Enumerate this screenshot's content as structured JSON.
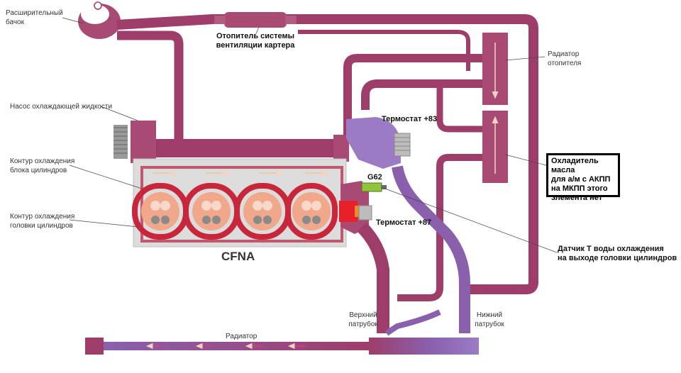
{
  "engine_code": "CFNA",
  "labels": {
    "expansion_tank": [
      "Расширительный",
      "бачок"
    ],
    "crankcase_heater": [
      "Отопитель системы",
      "вентиляции картера"
    ],
    "heater_radiator": [
      "Радиатор",
      "отопителя"
    ],
    "coolant_pump": "Насос охлаждающей жидкости",
    "block_circuit": [
      "Контур охлаждения",
      "блока цилиндров"
    ],
    "head_circuit": [
      "Контур охлаждения",
      "головки цилиндров"
    ],
    "thermostat_83": "Термостат +83",
    "thermostat_87": "Термостат +87",
    "sensor_code": "G62",
    "sensor_desc": [
      "Датчик Т воды охлаждения",
      "на выходе головки цилиндров"
    ],
    "upper_hose": [
      "Верхний",
      "патрубок"
    ],
    "lower_hose": [
      "Нижний",
      "патрубок"
    ],
    "radiator": "Радиатор"
  },
  "oil_cooler_note": "Охладитель масла\nдля а/м с АКПП\nна МКПП этого\nэлемента нет",
  "colors": {
    "hot_pipe": "#9e3d6a",
    "cool_pipe": "#8a60ad",
    "engine_block": "#dcdcdc",
    "head_loop": "#c8263a",
    "cylinder": "#f0a78a",
    "thermostat_red": "#e8202a",
    "sensor": "#8fc43b",
    "flow_arrow": "#f2c49a"
  }
}
